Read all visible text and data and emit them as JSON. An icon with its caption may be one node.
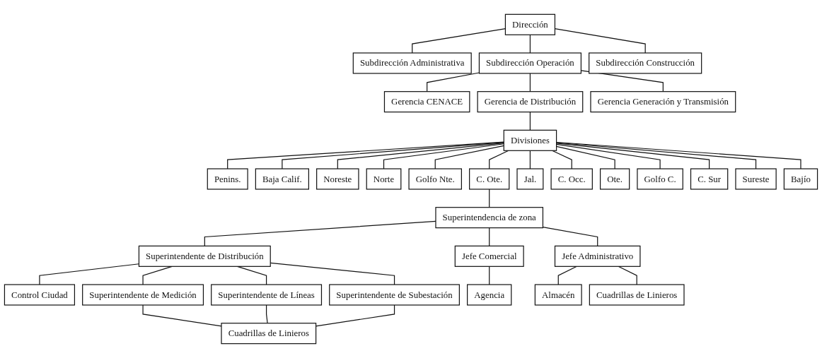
{
  "diagram": {
    "nodes": [
      {
        "text": [
          "Dirección"
        ]
      },
      {
        "text": [
          "Subdirección Administrativa"
        ]
      },
      {
        "text": [
          "Subdirección Operación"
        ]
      },
      {
        "text": [
          "Subdirección Construcción"
        ]
      },
      {
        "text": [
          "Gerencia CENACE"
        ]
      },
      {
        "text": [
          "Gerencia de Distribución"
        ]
      },
      {
        "text": [
          "Gerencia Generación y Transmisión"
        ]
      },
      {
        "text": [
          "Divisiones"
        ]
      },
      {
        "text": [
          "Penins."
        ]
      },
      {
        "text": [
          "Baja Calif."
        ]
      },
      {
        "text": [
          "Noreste"
        ]
      },
      {
        "text": [
          "Norte"
        ]
      },
      {
        "text": [
          "Golfo Nte."
        ]
      },
      {
        "text": [
          "C. Ote."
        ]
      },
      {
        "text": [
          "Jal."
        ]
      },
      {
        "text": [
          "C. Occ."
        ]
      },
      {
        "text": [
          "Ote."
        ]
      },
      {
        "text": [
          "Golfo C."
        ]
      },
      {
        "text": [
          "C. Sur"
        ]
      },
      {
        "text": [
          "Sureste"
        ]
      },
      {
        "text": [
          "Bajío"
        ]
      },
      {
        "text": [
          "Superintendencia de zona"
        ]
      },
      {
        "text": [
          "Jefe Comercial"
        ]
      },
      {
        "text": [
          "Jefe Administrativo"
        ]
      },
      {
        "text": [
          "Superintendente de Distribución"
        ]
      },
      {
        "text": [
          "Control Ciudad"
        ]
      },
      {
        "text": [
          "Superintendente de Medición"
        ]
      },
      {
        "text": [
          "Superintendente de Líneas"
        ]
      },
      {
        "text": [
          "Superintendente de Subestación"
        ]
      },
      {
        "text": [
          "Agencia"
        ]
      },
      {
        "text": [
          "Almacén"
        ]
      },
      {
        "text": [
          "Cuadrillas de Linieros"
        ]
      },
      {
        "text": [
          "Cuadrillas de Linieros"
        ]
      }
    ],
    "edges": [
      {
        "from": 0,
        "to": 1,
        "arrow": "none"
      },
      {
        "from": 0,
        "to": 2,
        "arrow": "none"
      },
      {
        "from": 0,
        "to": 3,
        "arrow": "none"
      },
      {
        "from": 2,
        "to": 4,
        "arrow": "none"
      },
      {
        "from": 2,
        "to": 5,
        "arrow": "none"
      },
      {
        "from": 2,
        "to": 6,
        "arrow": "none"
      },
      {
        "from": 5,
        "to": 7,
        "arrow": "none"
      },
      {
        "from": 7,
        "to": 8,
        "arrow": "none"
      },
      {
        "from": 7,
        "to": 9,
        "arrow": "none"
      },
      {
        "from": 7,
        "to": 10,
        "arrow": "none"
      },
      {
        "from": 7,
        "to": 11,
        "arrow": "none"
      },
      {
        "from": 7,
        "to": 12,
        "arrow": "none"
      },
      {
        "from": 7,
        "to": 13,
        "arrow": "none"
      },
      {
        "from": 7,
        "to": 14,
        "arrow": "none"
      },
      {
        "from": 7,
        "to": 15,
        "arrow": "none"
      },
      {
        "from": 7,
        "to": 16,
        "arrow": "none"
      },
      {
        "from": 7,
        "to": 17,
        "arrow": "none"
      },
      {
        "from": 7,
        "to": 18,
        "arrow": "none"
      },
      {
        "from": 7,
        "to": 19,
        "arrow": "none"
      },
      {
        "from": 7,
        "to": 20,
        "arrow": "none"
      },
      {
        "from": 13,
        "to": 21,
        "arrow": "none"
      },
      {
        "from": 21,
        "to": 22,
        "arrow": "none"
      },
      {
        "from": 21,
        "to": 23,
        "arrow": "none"
      },
      {
        "from": 21,
        "to": 24,
        "arrow": "none"
      },
      {
        "from": 24,
        "to": 25,
        "arrow": "none"
      },
      {
        "from": 24,
        "to": 26,
        "arrow": "none"
      },
      {
        "from": 24,
        "to": 27,
        "arrow": "none"
      },
      {
        "from": 24,
        "to": 28,
        "arrow": "none"
      },
      {
        "from": 22,
        "to": 29,
        "arrow": "none"
      },
      {
        "from": 23,
        "to": 30,
        "arrow": "none"
      },
      {
        "from": 23,
        "to": 31,
        "arrow": "none"
      },
      {
        "from": 26,
        "to": 32,
        "arrow": "none"
      },
      {
        "from": 27,
        "to": 32,
        "arrow": "none"
      },
      {
        "from": 28,
        "to": 32,
        "arrow": "none"
      }
    ]
  }
}
